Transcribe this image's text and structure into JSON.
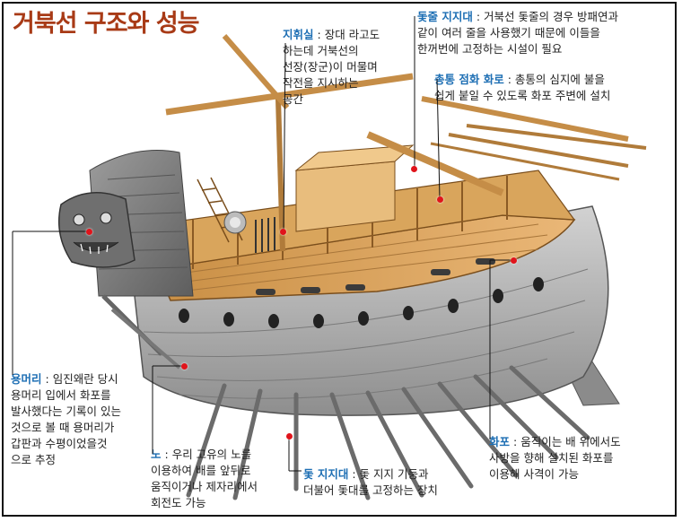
{
  "title": "거북선 구조와 성능",
  "colors": {
    "title": "#a83a16",
    "term": "#1e6fb4",
    "marker": "#e0141b",
    "wood_light": "#e2b36d",
    "wood_dark": "#9b6a2c",
    "hull_gray": "#b9b9b9",
    "roof_gray": "#8c8c8c"
  },
  "annotations": {
    "command_room": {
      "term": "지휘실",
      "lines": [
        "장대 라고도",
        "하는데 거북선의",
        "선장(장군)이 머물며",
        "작전을 지시하는",
        "공간"
      ]
    },
    "mast_holder_top": {
      "term": "돛줄 지지대",
      "lines": [
        "거북선 돛줄의 경우 방패연과",
        "같이 여러 줄을 사용했기 때문에 이들을",
        "한꺼번에 고정하는 시설이 필요"
      ]
    },
    "ignition_stove": {
      "term": "총통 점화 화로",
      "lines": [
        "총통의 심지에 불을",
        "쉽게 붙일 수 있도록 화포 주변에 설치"
      ]
    },
    "dragon_head": {
      "term": "용머리",
      "lines": [
        "임진왜란 당시",
        "용머리 입에서 화포를",
        "발사했다는 기록이 있는",
        "것으로 볼 때 용머리가",
        "갑판과 수평이었을것",
        "으로 추정"
      ]
    },
    "oar": {
      "term": "노",
      "lines": [
        "우리 고유의 노를",
        "이용하여 배를 앞뒤로",
        "움직이거나 제자리에서",
        "회전도 가능"
      ]
    },
    "mast_support": {
      "term": "돛 지지대",
      "lines": [
        "돛 지지 기둥과",
        "더불어 돛대를 고정하는 장치"
      ]
    },
    "cannon": {
      "term": "화포",
      "lines": [
        "움직이는 배 위에서도",
        "사방을 향해 설치된 화포를",
        "이용해 사격이 가능"
      ]
    }
  }
}
